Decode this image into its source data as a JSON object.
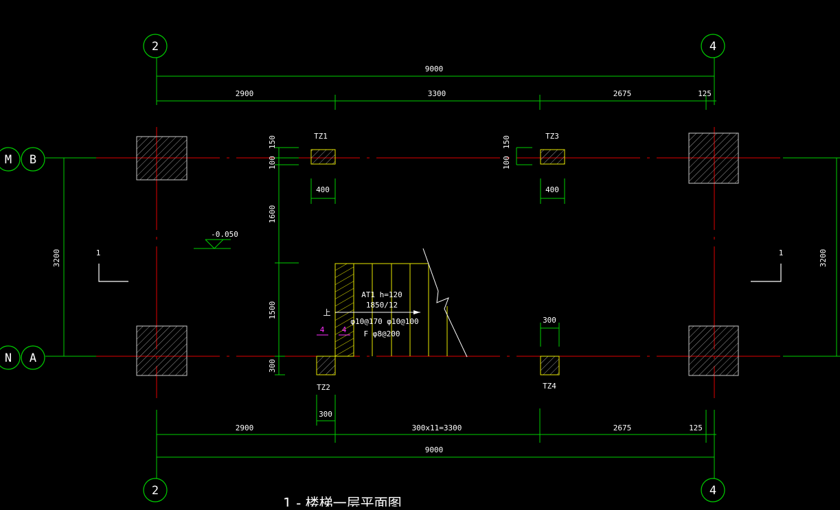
{
  "axes": {
    "top_left": "2",
    "top_right": "4",
    "bottom_left": "2",
    "bottom_right": "4",
    "row_b_outer": "M",
    "row_b_inner": "B",
    "row_a_outer": "N",
    "row_a_inner": "A"
  },
  "dimensions": {
    "top_total": "9000",
    "top_seg1": "2900",
    "top_seg2": "3300",
    "top_seg3": "2675",
    "top_seg4": "125",
    "bottom_total": "9000",
    "bottom_seg1": "2900",
    "bottom_seg2": "300x11=3300",
    "bottom_seg3": "2675",
    "bottom_seg4": "125",
    "left_vertical": "3200",
    "right_vertical": "3200",
    "inner_150_left": "150",
    "inner_100_left": "100",
    "inner_150_right": "150",
    "inner_100_right": "100",
    "inner_1600": "1600",
    "inner_1500": "1500",
    "inner_300_left": "300",
    "tz1_width": "400",
    "tz3_width": "400",
    "tz2_width": "300",
    "tz4_width": "300"
  },
  "columns": {
    "tz1": "TZ1",
    "tz2": "TZ2",
    "tz3": "TZ3",
    "tz4": "TZ4"
  },
  "stair": {
    "line1": "AT1 h=120",
    "line2": "1850/12",
    "line3": "φ10@170 φ10@100",
    "line4": "F φ8@200",
    "up_mark": "上",
    "section_mark": "4"
  },
  "elevation": "-0.050",
  "section_cut_left": "1",
  "section_cut_right": "1",
  "caption": "1 - 楼梯一层平面图"
}
